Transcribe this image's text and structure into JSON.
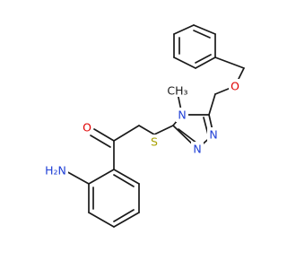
{
  "molecule": {
    "atoms": [
      {
        "id": "O_carbonyl",
        "text": "O",
        "element": "O"
      },
      {
        "id": "N_amine",
        "text": "H₂N",
        "element": "N"
      },
      {
        "id": "S_thio",
        "text": "S",
        "element": "S"
      },
      {
        "id": "N4",
        "text": "N",
        "element": "N"
      },
      {
        "id": "N2",
        "text": "N",
        "element": "N"
      },
      {
        "id": "N1",
        "text": "N",
        "element": "N"
      },
      {
        "id": "O_ether",
        "text": "O",
        "element": "O"
      },
      {
        "id": "C_methyl_label",
        "text": "CH₃",
        "element": "C"
      }
    ]
  }
}
